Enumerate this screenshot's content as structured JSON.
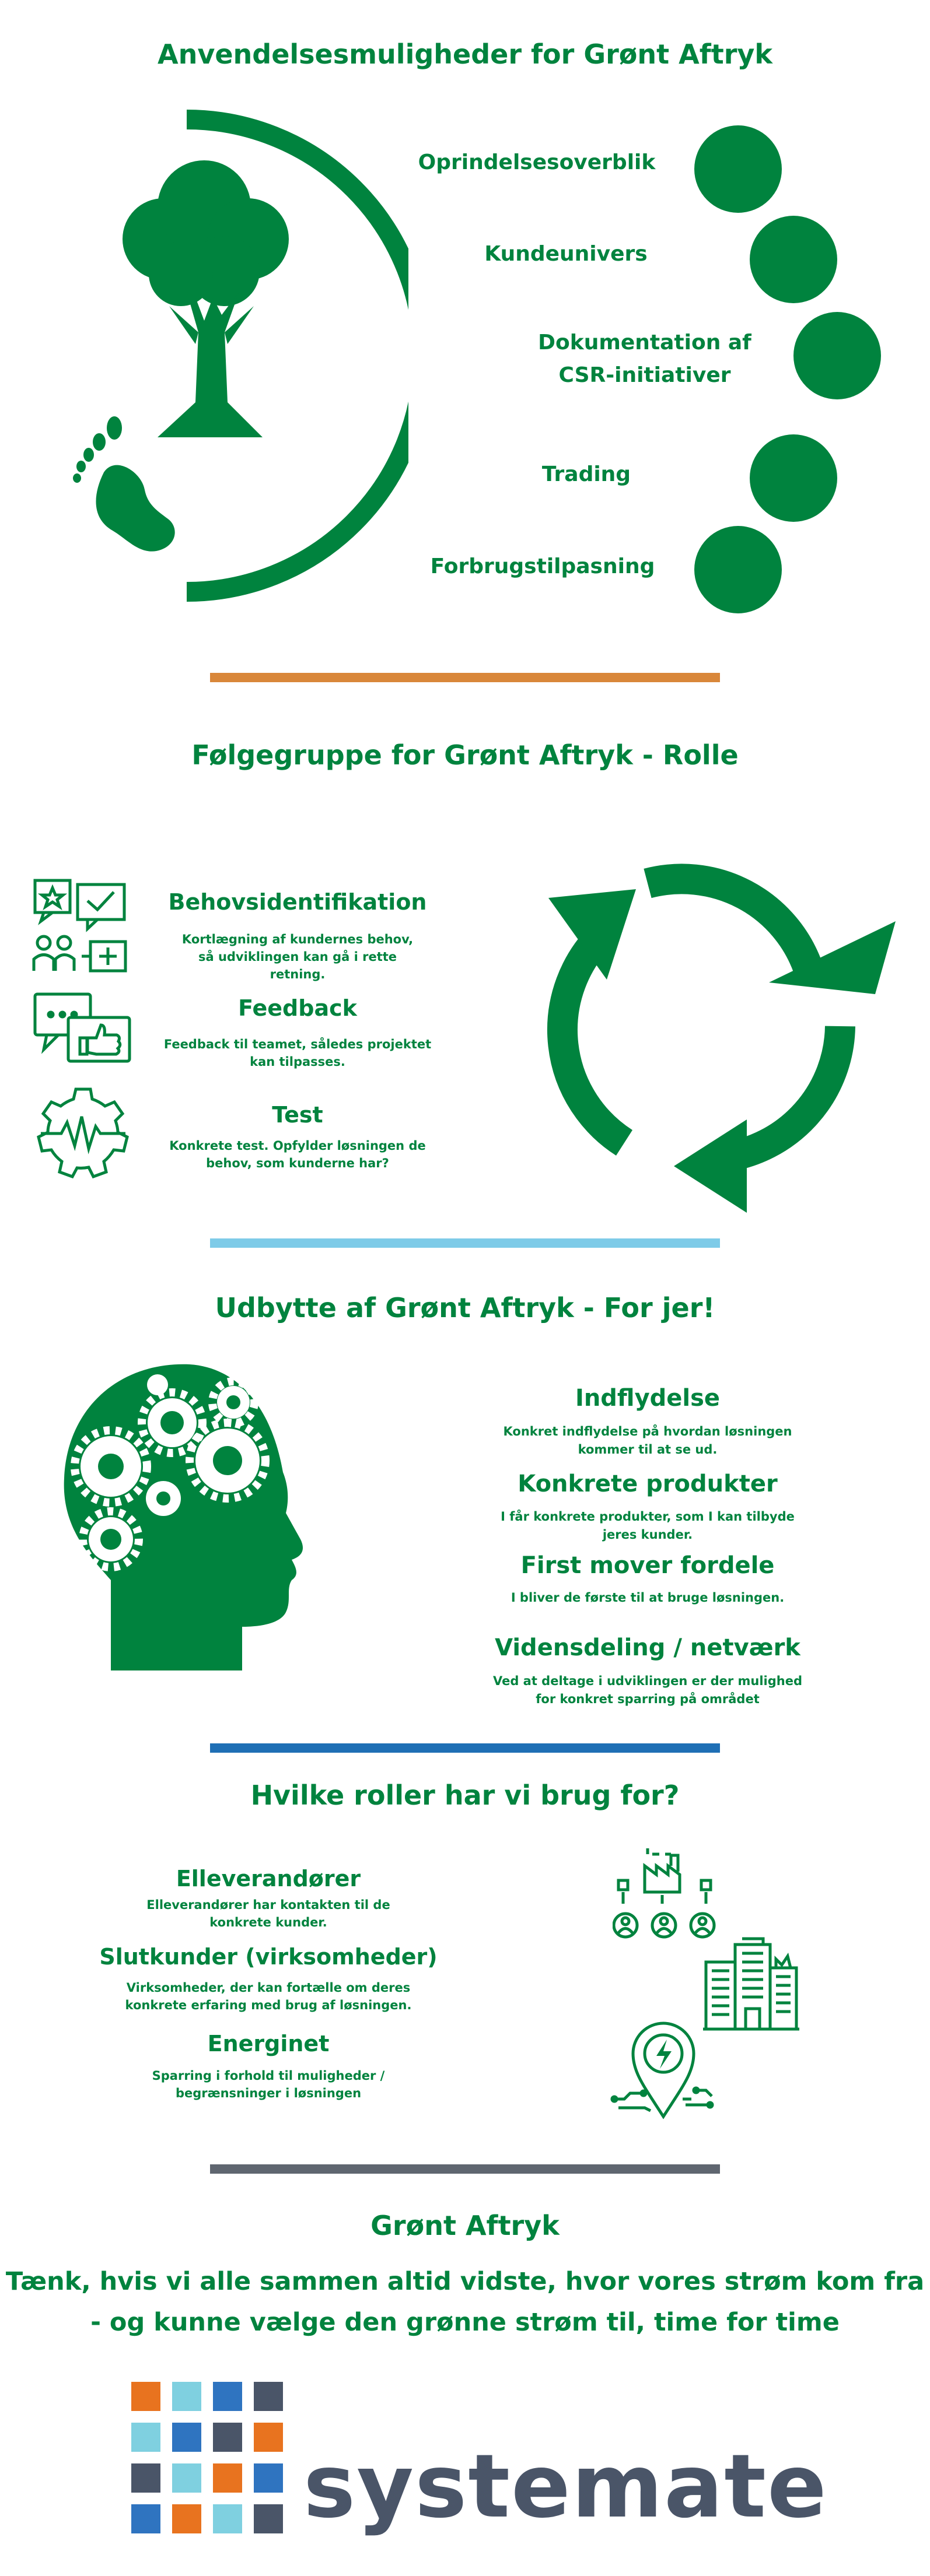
{
  "colors": {
    "green": "#00833e",
    "orange": "#d9873a",
    "light_blue": "#7ecbe8",
    "blue": "#1f6fb5",
    "gray": "#5f6670",
    "logo_text": "#4a5568"
  },
  "section1": {
    "title": "Anvendelsesmuligheder for Grønt Aftryk",
    "items": [
      {
        "label": "Oprindelsesoverblik"
      },
      {
        "label": "Kundeunivers"
      },
      {
        "label": "Dokumentation af CSR-initiativer"
      },
      {
        "label": "Trading"
      },
      {
        "label": "Forbrugstilpasning"
      }
    ]
  },
  "section2": {
    "title": "Følgegruppe for Grønt Aftryk - Rolle",
    "items": [
      {
        "label": "Behovsidentifikation",
        "desc": "Kortlægning af kundernes behov, så udviklingen kan gå i rette retning."
      },
      {
        "label": "Feedback",
        "desc": "Feedback til teamet, således projektet kan tilpasses."
      },
      {
        "label": "Test",
        "desc": "Konkrete test. Opfylder løsningen de behov, som kunderne har?"
      }
    ]
  },
  "section3": {
    "title": "Udbytte af Grønt Aftryk - For jer!",
    "items": [
      {
        "label": "Indflydelse",
        "desc": "Konkret indflydelse på hvordan løsningen kommer til at se ud."
      },
      {
        "label": "Konkrete produkter",
        "desc": "I får konkrete produkter, som I kan tilbyde jeres kunder."
      },
      {
        "label": "First mover fordele",
        "desc": "I bliver de første til at bruge løsningen."
      },
      {
        "label": "Vidensdeling / netværk",
        "desc": "Ved at deltage i udviklingen er der mulighed for konkret sparring på området"
      }
    ]
  },
  "section4": {
    "title": "Hvilke  roller har vi brug for?",
    "items": [
      {
        "label": "Elleverandører",
        "desc": "Elleverandører har kontakten til de konkrete kunder."
      },
      {
        "label": "Slutkunder (virksomheder)",
        "desc": "Virksomheder, der kan fortælle om deres konkrete erfaring med brug af løsningen."
      },
      {
        "label": "Energinet",
        "desc": "Sparring i forhold til muligheder / begrænsninger i løsningen"
      }
    ]
  },
  "section5": {
    "title": "Grønt Aftryk",
    "tagline_line1": "Tænk, hvis vi alle sammen altid vidste, hvor vores strøm kom fra",
    "tagline_line2": "- og kunne vælge den grønne strøm til, time for time"
  },
  "logo": {
    "text": "systemate"
  },
  "icons": {
    "tree": "tree-icon",
    "footprint": "footprint-icon",
    "recycle": "cycle-arrows-icon",
    "head": "head-gears-icon",
    "factory": "factory-people-icon",
    "building": "building-icon",
    "location": "energy-pin-icon"
  }
}
